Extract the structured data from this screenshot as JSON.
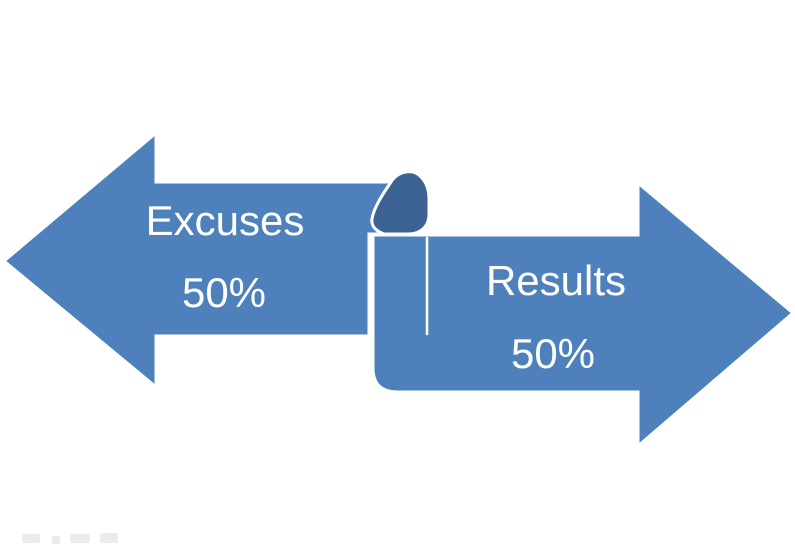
{
  "colors": {
    "arrow_fill": "#4e80bc",
    "fold_underside": "#3b6292",
    "outline": "#ffffff",
    "background": "#ffffff",
    "text": "#ffffff"
  },
  "left_arrow": {
    "direction": "left",
    "label": "Excuses",
    "value": "50%"
  },
  "right_arrow": {
    "direction": "right",
    "label": "Results",
    "value": "50%"
  }
}
